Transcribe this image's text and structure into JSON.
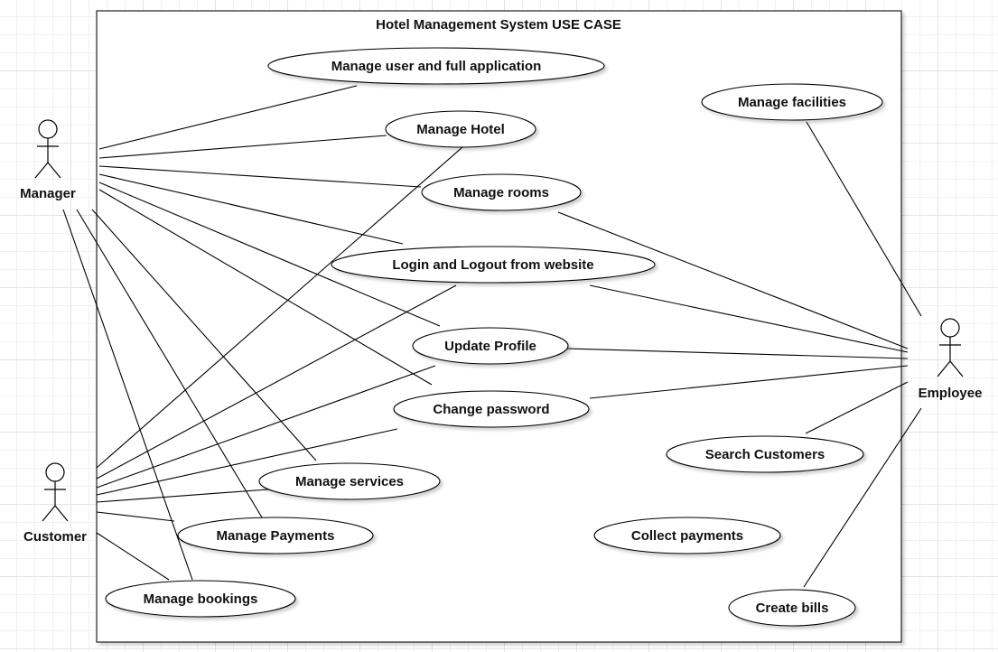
{
  "system": {
    "title": "Hotel Management System USE CASE"
  },
  "actors": {
    "manager": "Manager",
    "customer": "Customer",
    "employee": "Employee"
  },
  "use_cases": {
    "manage_user": "Manage user and full application",
    "manage_hotel": "Manage Hotel",
    "manage_facilities": "Manage facilities",
    "manage_rooms": "Manage rooms",
    "login_logout": "Login and Logout from website",
    "update_profile": "Update Profile",
    "change_password": "Change password",
    "search_customers": "Search Customers",
    "manage_services": "Manage services",
    "manage_payments": "Manage Payments",
    "collect_payments": "Collect payments",
    "manage_bookings": "Manage bookings",
    "create_bills": "Create bills"
  }
}
